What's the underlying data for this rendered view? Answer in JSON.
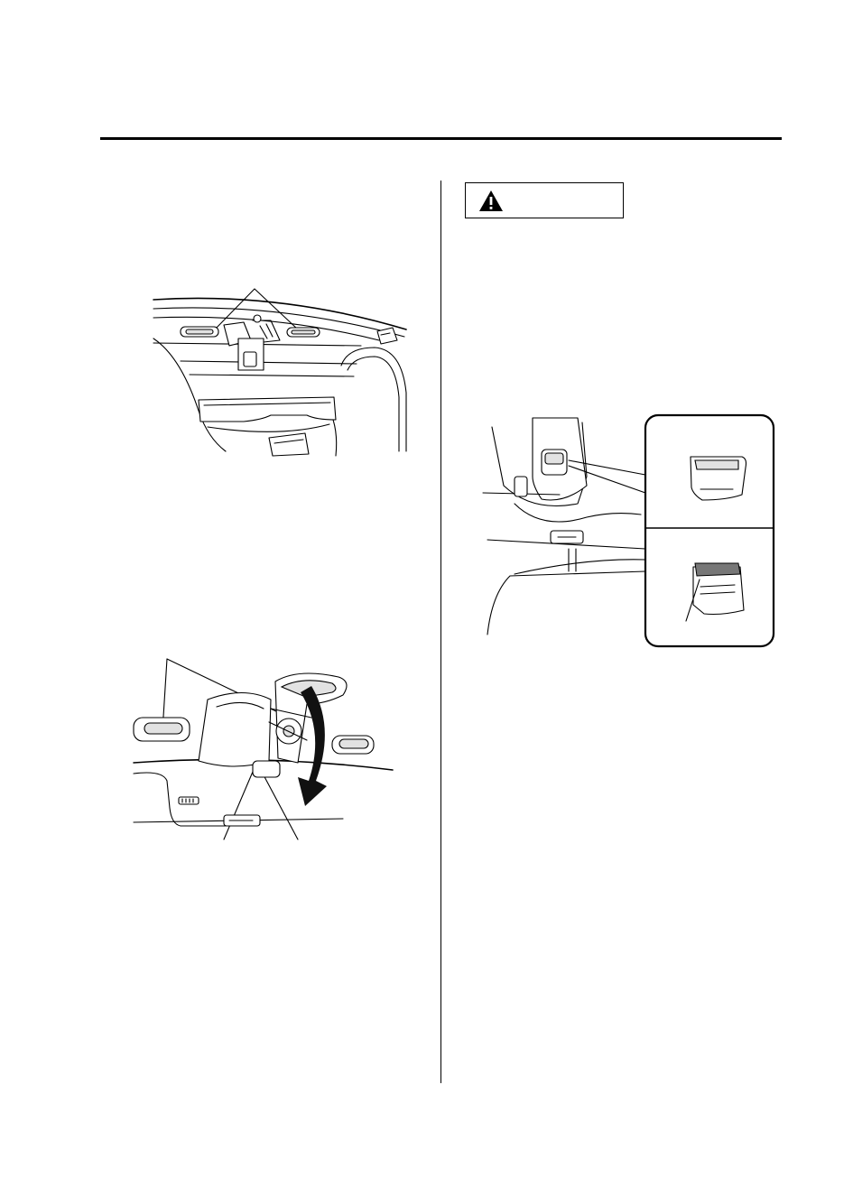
{
  "page": {
    "warning": {
      "icon": "warning-triangle-icon"
    },
    "figures": [
      {
        "id": "top-left",
        "subject": "rear-deck-latches"
      },
      {
        "id": "middle-left",
        "subject": "latch-release-rotation"
      },
      {
        "id": "right",
        "subject": "seat-lock-lever-detail"
      }
    ]
  }
}
